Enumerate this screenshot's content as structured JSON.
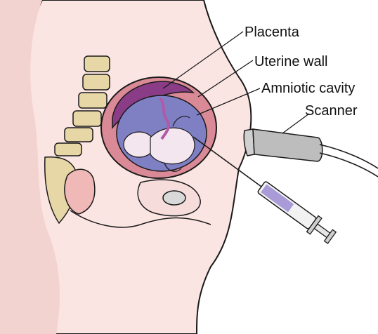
{
  "labels": {
    "placenta": "Placenta",
    "uterine_wall": "Uterine wall",
    "amniotic_cavity": "Amniotic cavity",
    "scanner": "Scanner"
  },
  "colors": {
    "skin": "#fbe5e3",
    "skin_shadow": "#efc4c0",
    "outline": "#1a1a1a",
    "uterine_wall": "#d98a96",
    "placenta": "#8a3d86",
    "amniotic_fluid": "#7f7fc4",
    "fetus": "#f4e6ee",
    "umbilical_cord": "#b05aa8",
    "spine": "#e8d7a6",
    "scanner_body": "#bdbdbd",
    "syringe_fluid": "#a99ad8"
  },
  "icons": {
    "scanner": "ultrasound-probe-icon",
    "needle": "syringe-icon"
  }
}
